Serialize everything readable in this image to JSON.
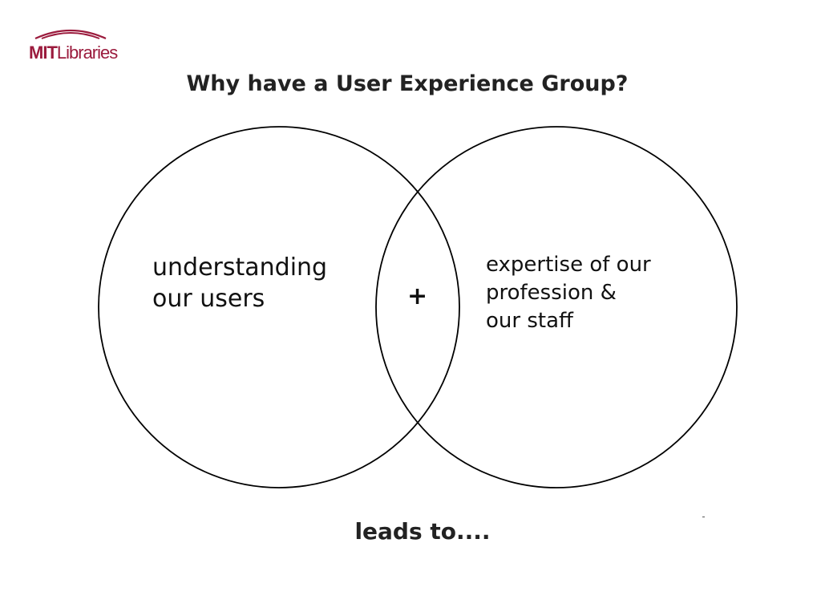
{
  "brand": {
    "logo_mit": "MIT",
    "logo_rest": "Libraries",
    "color": "#9b1b3d"
  },
  "slide": {
    "title": "Why have a User Experience Group?",
    "footer": "leads to...."
  },
  "diagram": {
    "type": "venn",
    "left_circle": {
      "lines": [
        "understanding",
        "our users"
      ]
    },
    "right_circle": {
      "lines": [
        "expertise of our",
        "profession &",
        "our staff"
      ]
    },
    "intersection": "+",
    "stroke_color": "#000000"
  }
}
